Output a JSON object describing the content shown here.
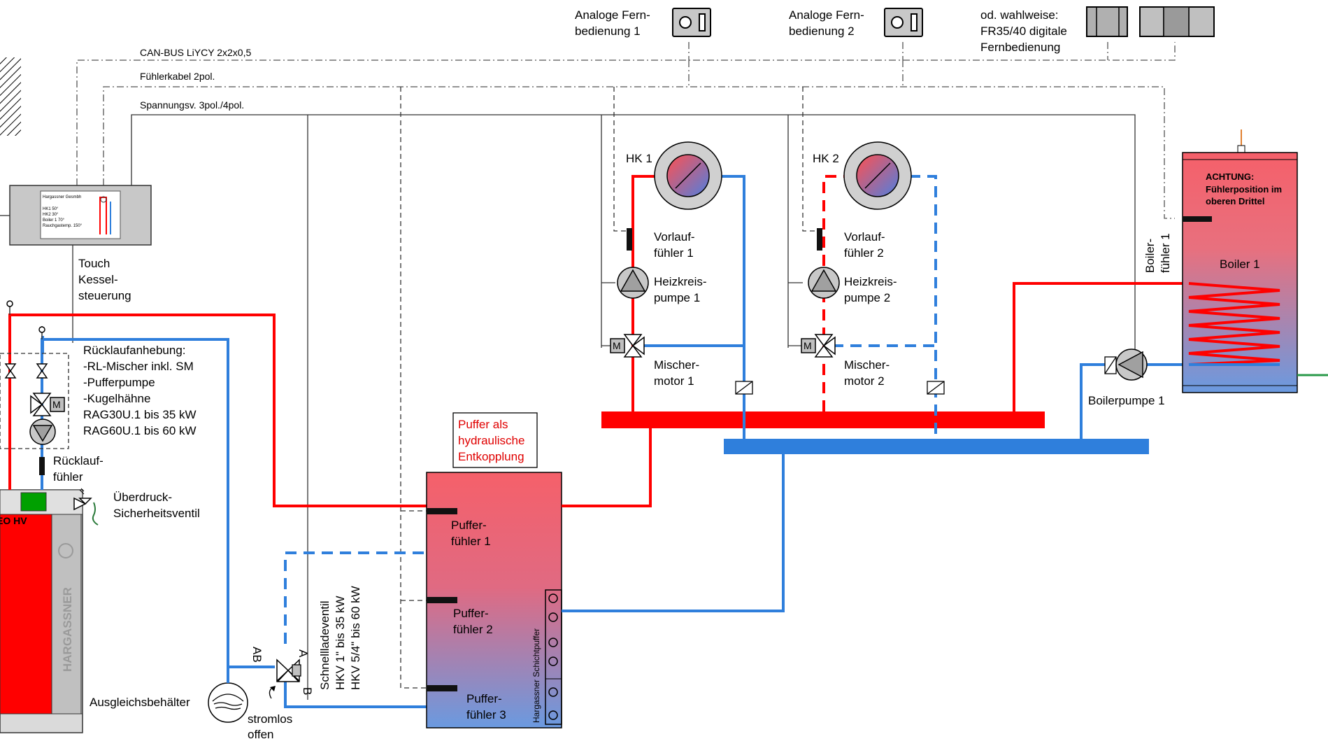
{
  "cables": {
    "canbus": "CAN-BUS LiYCY 2x2x0,5",
    "sensor": "Fühlerkabel 2pol.",
    "power": "Spannungsv. 3pol./4pol."
  },
  "remote1": [
    "Analoge Fern-",
    "bedienung 1"
  ],
  "remote2": [
    "Analoge Fern-",
    "bedienung 2"
  ],
  "remote_digital": [
    "od. wahlweise:",
    "FR35/40 digitale",
    "Fernbedienung"
  ],
  "control": {
    "label": [
      "Touch",
      "Kessel-",
      "steuerung"
    ],
    "screen_lines": [
      "Hargassner Gesmbh",
      "HK1   50°",
      "HK2   30°",
      "Boiler 1   70°",
      "Rauchgastemp. 150°"
    ]
  },
  "return_lift": {
    "title": "Rücklaufanhebung:",
    "items": [
      "-RL-Mischer inkl. SM",
      "-Pufferpumpe",
      "-Kugelhähne",
      "RAG30U.1 bis 35 kW",
      "RAG60U.1 bis 60 kW"
    ]
  },
  "return_sensor": [
    "Rücklauf-",
    "fühler"
  ],
  "safety_valve": [
    "Überdruck-",
    "Sicherheitsventil"
  ],
  "boiler_brand": "HARGASSNER",
  "boiler_model": "EO HV",
  "expansion_tank": "Ausgleichsbehälter",
  "valve_ports": {
    "a": "A",
    "ab": "AB",
    "b": "B"
  },
  "fast_charge_valve": [
    "Schnellladeventil",
    "HKV 1\" bis 35 kW",
    "HKV 5/4\" bis 60 kW"
  ],
  "currentless": [
    "stromlos",
    "offen"
  ],
  "buffer_note": [
    "Puffer als",
    "hydraulische",
    "Entkopplung"
  ],
  "buffer_sensors": [
    [
      "Puffer-",
      "fühler 1"
    ],
    [
      "Puffer-",
      "fühler 2"
    ],
    [
      "Puffer-",
      "fühler 3"
    ]
  ],
  "buffer_name": "Hargassner Schichtpuffer",
  "hk1": {
    "title": "HK 1",
    "flow_sensor": [
      "Vorlauf-",
      "fühler 1"
    ],
    "pump": [
      "Heizkreis-",
      "pumpe 1"
    ],
    "mixer": [
      "Mischer-",
      "motor 1"
    ]
  },
  "hk2": {
    "title": "HK 2",
    "flow_sensor": [
      "Vorlauf-",
      "fühler 2"
    ],
    "pump": [
      "Heizkreis-",
      "pumpe 2"
    ],
    "mixer": [
      "Mischer-",
      "motor 2"
    ]
  },
  "boiler": {
    "warning": [
      "ACHTUNG:",
      "Fühlerposition im",
      "oberen Drittel"
    ],
    "name": "Boiler 1",
    "sensor": [
      "Boiler-",
      "fühler 1"
    ],
    "pump": "Boilerpumpe 1"
  },
  "motor_symbol": "M",
  "colors": {
    "hot": "#ff0000",
    "cold": "#2f7fdc",
    "hot_tank": "#f5606a",
    "cold_tank": "#6a9ae0"
  }
}
